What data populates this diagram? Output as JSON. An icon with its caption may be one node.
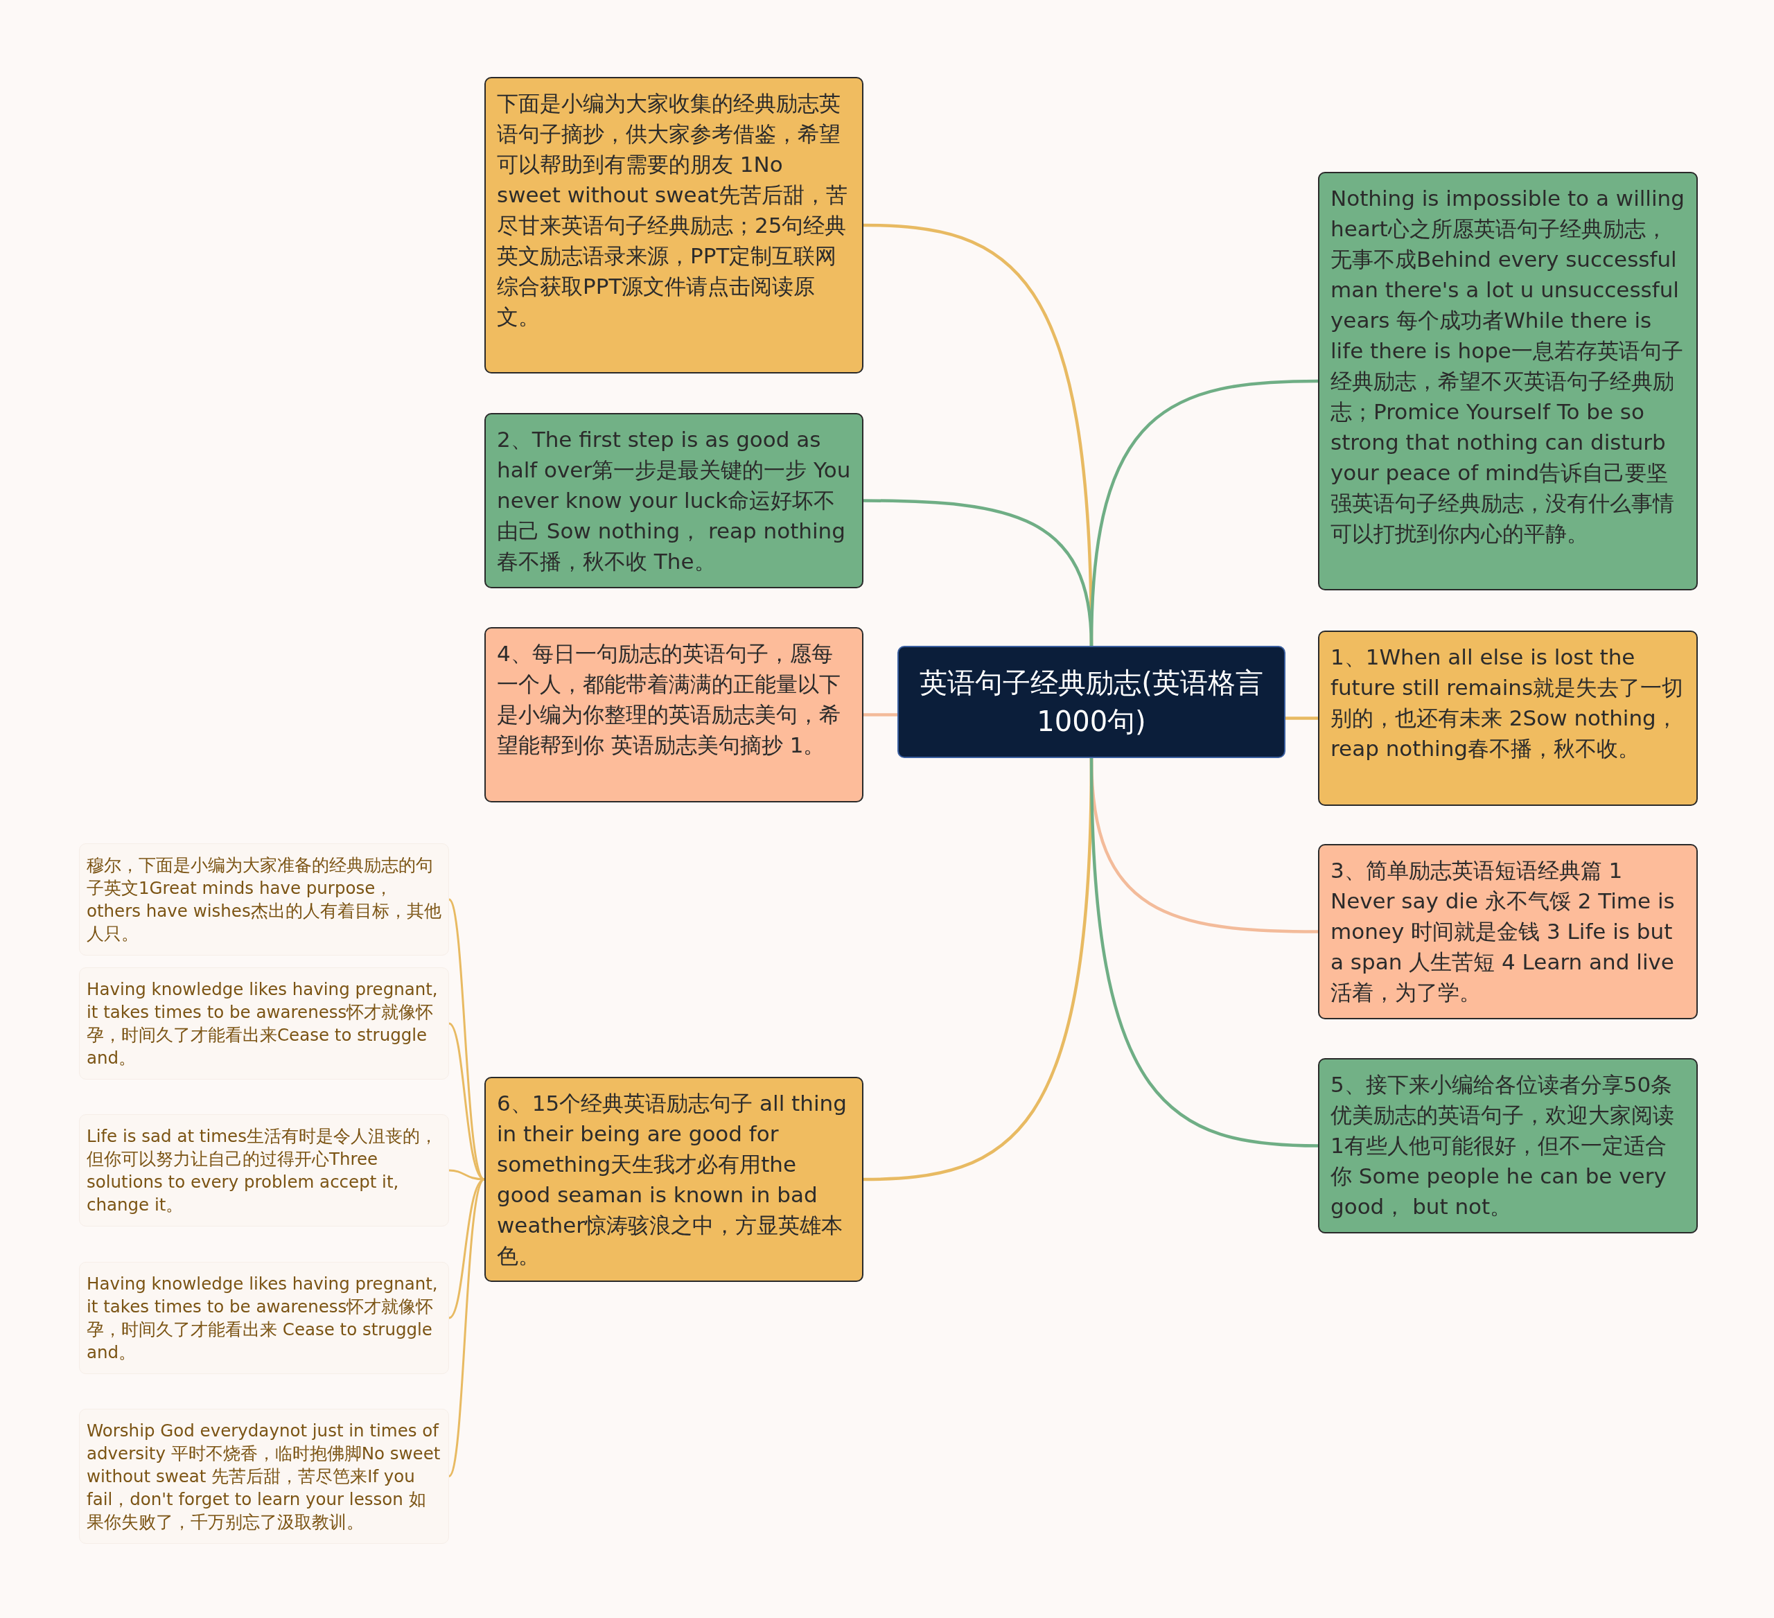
{
  "diagram": {
    "nodes": [
      {
        "text": [
          "英语句子经典励志(英语格言1000句)"
        ]
      },
      {
        "text": [
          "下面是小编为大家收集的经典励志英语句子摘抄，供大家参考借鉴，希望可以帮助到有需要的朋友 1No sweet without sweat先苦后甜，苦尽甘来英语句子经典励志；25句经典英文励志语录来源，PPT定制互联网综合获取PPT源文件请点击阅读原文。"
        ]
      },
      {
        "text": [
          "2、The first step is as good as half over第一步是最关键的一步 You never know your luck命运好坏不由己 Sow nothing，  reap nothing春不播，秋不收 The。"
        ]
      },
      {
        "text": [
          "4、每日一句励志的英语句子，愿每一个人，都能带着满满的正能量以下是小编为你整理的英语励志美句，希望能帮到你 英语励志美句摘抄 1。"
        ]
      },
      {
        "text": [
          "6、15个经典英语励志句子 all thing in their being are good for something天生我才必有用the good seaman is known in bad weather惊涛骇浪之中，方显英雄本色。"
        ]
      },
      {
        "text": [
          "穆尔，下面是小编为大家准备的经典励志的句子英文1Great minds have purpose，  others have wishes杰出的人有着目标，其他人只。"
        ]
      },
      {
        "text": [
          "Having knowledge likes having pregnant, it takes times to be awareness怀才就像怀孕，时间久了才能看出来Cease to struggle and。"
        ]
      },
      {
        "text": [
          "Life is sad at times生活有时是令人沮丧的，但你可以努力让自己的过得开心Three solutions to every problem accept it, change it。"
        ]
      },
      {
        "text": [
          "Having knowledge likes having pregnant, it takes times to be awareness怀才就像怀孕，时间久了才能看出来 Cease to struggle and。"
        ]
      },
      {
        "text": [
          "Worship God everydaynot just in times of adversity 平时不烧香，临时抱佛脚No sweet without sweat 先苦后甜，苦尽笆来If you fail，don't forget to learn your lesson 如果你失败了，千万别忘了汲取教训。"
        ]
      },
      {
        "text": [
          "Nothing is impossible to a willing heart心之所愿英语句子经典励志，无事不成Behind every successful man there's a lot u unsuccessful years 每个成功者While there is life there is hope一息若存英语句子经典励志，希望不灭英语句子经典励志；Promice Yourself To be so strong that nothing can disturb your peace of mind告诉自己要坚强英语句子经典励志，没有什么事情可以打扰到你内心的平静。"
        ]
      },
      {
        "text": [
          "1、1When all else is lost the future still remains就是失去了一切别的，也还有未来 2Sow nothing，  reap nothing春不播，秋不收。"
        ]
      },
      {
        "text": [
          "3、简单励志英语短语经典篇 1 Never say die 永不气馁 2 Time is money 时间就是金钱 3 Life is but a span 人生苦短 4 Learn and live 活着，为了学。"
        ]
      },
      {
        "text": [
          "5、接下来小编给各位读者分享50条优美励志的英语句子，欢迎大家阅读 1有些人他可能很好，但不一定适合你 Some people he can be very good，  but not。"
        ]
      }
    ],
    "edges": [
      {
        "from": 0,
        "to": 1,
        "arrow": "none",
        "color": "#e8ba62"
      },
      {
        "from": 0,
        "to": 2,
        "arrow": "none",
        "color": "#6fae85"
      },
      {
        "from": 0,
        "to": 3,
        "arrow": "none",
        "color": "#f3bb9a"
      },
      {
        "from": 0,
        "to": 4,
        "arrow": "none",
        "color": "#e8ba62"
      },
      {
        "from": 4,
        "to": 5,
        "arrow": "none",
        "color": "#e8ba62"
      },
      {
        "from": 4,
        "to": 6,
        "arrow": "none",
        "color": "#e8ba62"
      },
      {
        "from": 4,
        "to": 7,
        "arrow": "none",
        "color": "#e8ba62"
      },
      {
        "from": 4,
        "to": 8,
        "arrow": "none",
        "color": "#e8ba62"
      },
      {
        "from": 4,
        "to": 9,
        "arrow": "none",
        "color": "#e8ba62"
      },
      {
        "from": 0,
        "to": 10,
        "arrow": "none",
        "color": "#6fae85"
      },
      {
        "from": 0,
        "to": 11,
        "arrow": "none",
        "color": "#e8ba62"
      },
      {
        "from": 0,
        "to": 12,
        "arrow": "none",
        "color": "#f3bb9a"
      },
      {
        "from": 0,
        "to": 13,
        "arrow": "none",
        "color": "#6fae85"
      }
    ]
  }
}
